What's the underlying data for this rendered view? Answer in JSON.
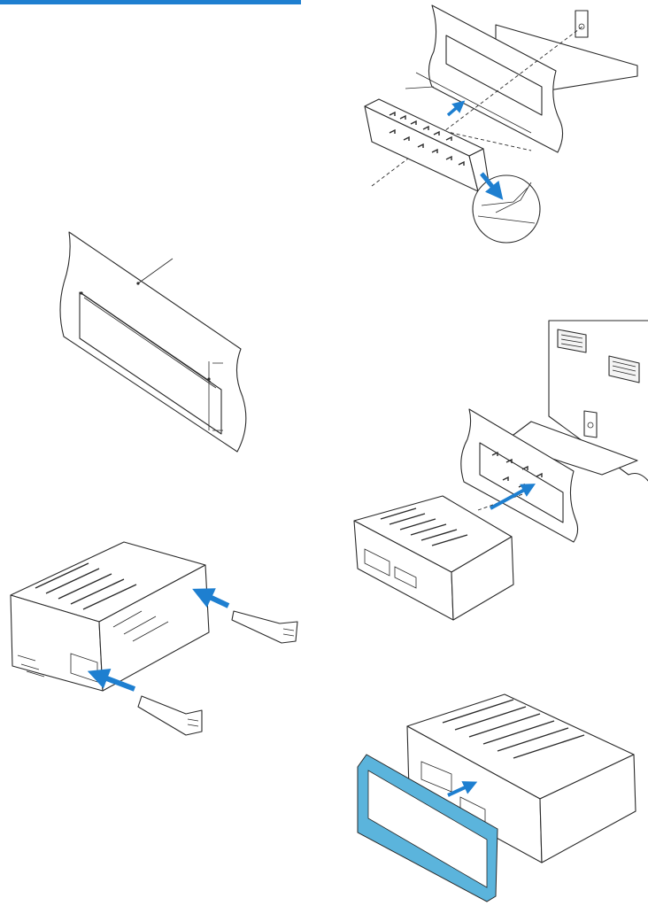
{
  "page": {
    "header_rule_color": "#1e7fd0",
    "accent_color": "#1e7fd0",
    "trim_color": "#5bb4dc"
  },
  "figures": [
    {
      "id": "dashboard-opening-dimensions",
      "icons": [
        "dimension-line-icon"
      ]
    },
    {
      "id": "mounting-sleeve-insertion",
      "icons": [
        "blue-arrow-icon",
        "bend-tabs-detail-icon"
      ]
    },
    {
      "id": "sleeve-removal-with-keys",
      "icons": [
        "removal-key-icon",
        "blue-arrow-icon"
      ]
    },
    {
      "id": "unit-insertion-into-dashboard",
      "icons": [
        "blue-arrow-icon",
        "air-vent-icon"
      ]
    },
    {
      "id": "trim-plate-fitting",
      "icons": [
        "blue-arrow-icon",
        "trim-plate-icon"
      ]
    }
  ]
}
